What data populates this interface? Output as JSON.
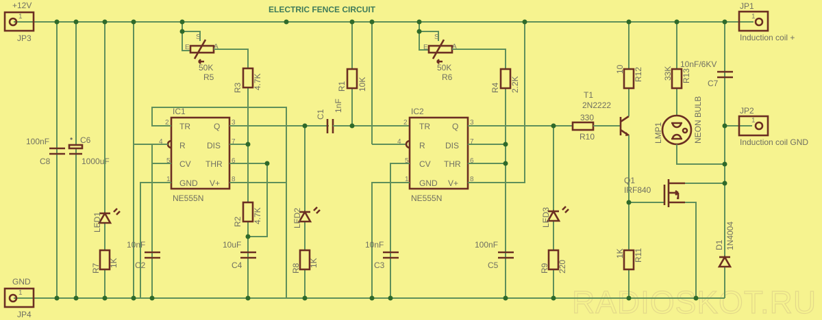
{
  "title": "ELECTRIC FENCE CIRCUIT",
  "watermark": "RADIOSKOT.RU",
  "colors": {
    "background": "#f6f38f",
    "wire": "#5f8f5a",
    "component": "#6b2e22",
    "junction": "#2f6a2a",
    "label": "#6f6f62",
    "title": "#3d7a5a"
  },
  "connectors": {
    "jp3": {
      "ref": "JP3",
      "label": "+12V",
      "pin": "1"
    },
    "jp4": {
      "ref": "JP4",
      "label": "GND",
      "pin": "1"
    },
    "jp1": {
      "ref": "JP1",
      "label": "Induction coil +",
      "pin": "1"
    },
    "jp2": {
      "ref": "JP2",
      "label": "Induction coil GND",
      "pin": "1"
    }
  },
  "ic1": {
    "ref": "IC1",
    "part": "NE555N",
    "pins": [
      {
        "num": "2",
        "name": "TR"
      },
      {
        "num": "4",
        "name": "R"
      },
      {
        "num": "5",
        "name": "CV"
      },
      {
        "num": "1",
        "name": "GND"
      },
      {
        "num": "3",
        "name": "Q"
      },
      {
        "num": "7",
        "name": "DIS"
      },
      {
        "num": "6",
        "name": "THR"
      },
      {
        "num": "8",
        "name": "V+"
      }
    ]
  },
  "ic2": {
    "ref": "IC2",
    "part": "NE555N",
    "pins": [
      {
        "num": "2",
        "name": "TR"
      },
      {
        "num": "4",
        "name": "R"
      },
      {
        "num": "5",
        "name": "CV"
      },
      {
        "num": "1",
        "name": "GND"
      },
      {
        "num": "3",
        "name": "Q"
      },
      {
        "num": "7",
        "name": "DIS"
      },
      {
        "num": "6",
        "name": "THR"
      },
      {
        "num": "8",
        "name": "V+"
      }
    ]
  },
  "components": {
    "c8": {
      "ref": "C8",
      "value": "100nF"
    },
    "c6": {
      "ref": "C6",
      "value": "1000uF"
    },
    "led1": {
      "ref": "LED1"
    },
    "r7": {
      "ref": "R7",
      "value": "1K"
    },
    "c2": {
      "ref": "C2",
      "value": "10nF"
    },
    "r5": {
      "ref": "R5",
      "value": "50K",
      "pin_e": "E",
      "pin_s": "S",
      "pin_a": "A"
    },
    "r3": {
      "ref": "R3",
      "value": "4.7K"
    },
    "r2": {
      "ref": "R2",
      "value": "4.7K"
    },
    "c4": {
      "ref": "C4",
      "value": "10uF"
    },
    "led2": {
      "ref": "LED2"
    },
    "r8": {
      "ref": "R8",
      "value": "1K"
    },
    "c1": {
      "ref": "C1",
      "value": "1nF"
    },
    "r1": {
      "ref": "R1",
      "value": "10K"
    },
    "r6": {
      "ref": "R6",
      "value": "50K",
      "pin_e": "E",
      "pin_s": "S",
      "pin_a": "A"
    },
    "r4": {
      "ref": "R4",
      "value": "2.2K"
    },
    "c3": {
      "ref": "C3",
      "value": "10nF"
    },
    "c5": {
      "ref": "C5",
      "value": "100nF"
    },
    "led3": {
      "ref": "LED3"
    },
    "r9": {
      "ref": "R9",
      "value": "220"
    },
    "r10": {
      "ref": "R10",
      "value": "330"
    },
    "t1": {
      "ref": "T1",
      "value": "2N2222"
    },
    "r12": {
      "ref": "R12",
      "value": "10"
    },
    "r11": {
      "ref": "R11",
      "value": "1K"
    },
    "q1": {
      "ref": "Q1",
      "value": "IRF840"
    },
    "r13": {
      "ref": "R13",
      "value": "33K"
    },
    "lmp1": {
      "ref": "LMP1",
      "value": "NEON BULB"
    },
    "c7": {
      "ref": "C7",
      "value": "10nF/6KV"
    },
    "d1": {
      "ref": "D1",
      "value": "1N4004"
    }
  }
}
